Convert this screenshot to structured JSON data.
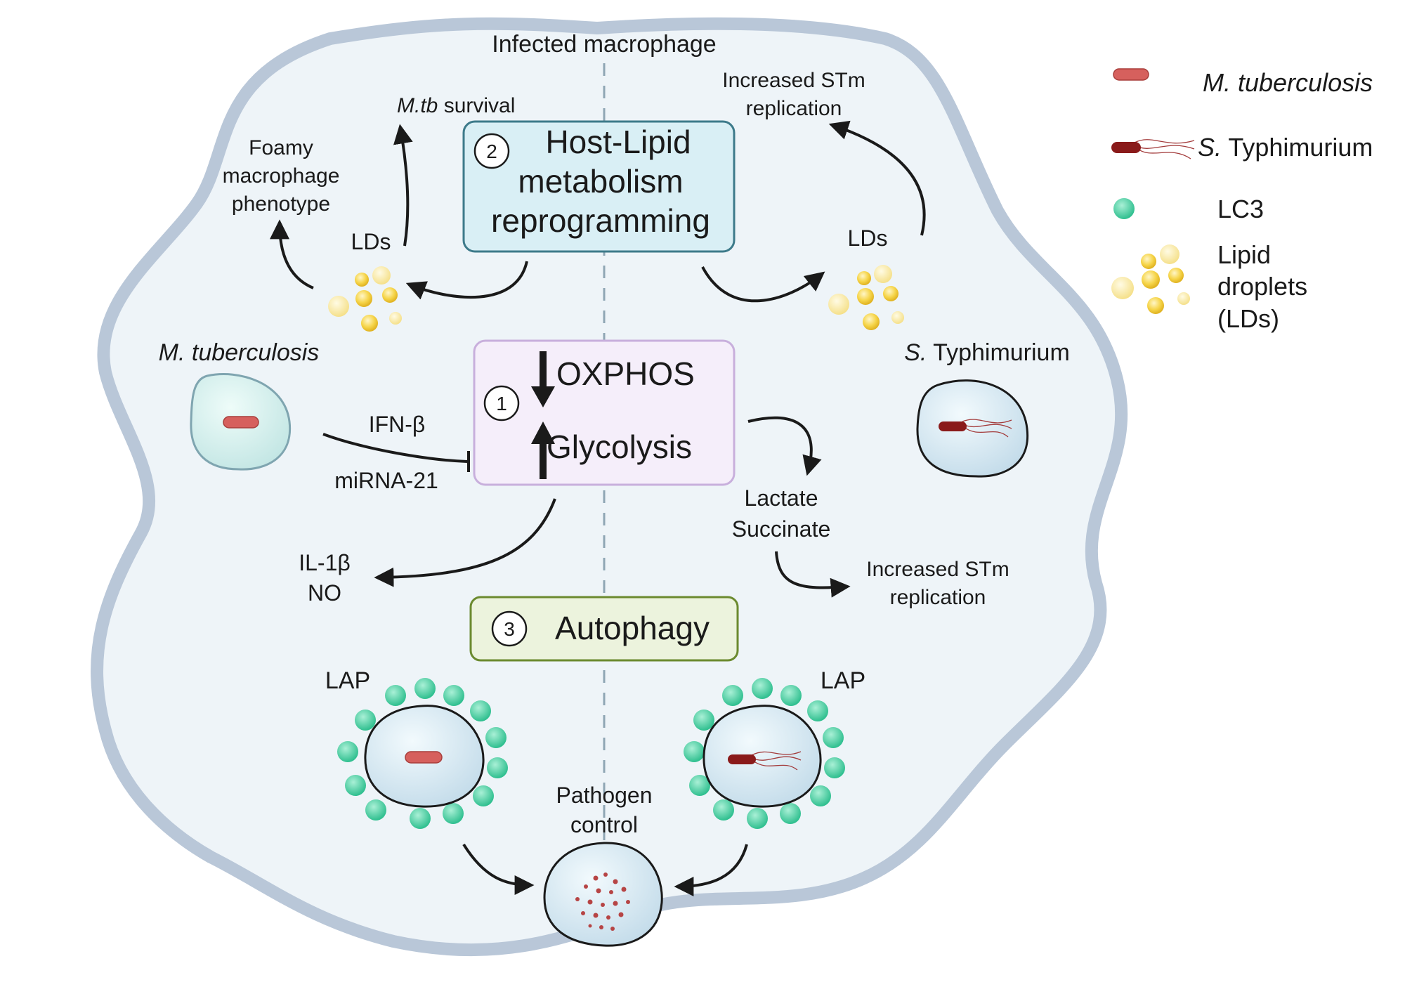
{
  "cell_title": "Infected macrophage",
  "legend": {
    "mtb": "M. tuberculosis",
    "stm_italic": "S.",
    "stm_rest": " Typhimurium",
    "lc3": "LC3",
    "ld_line1": "Lipid",
    "ld_line2": "droplets",
    "ld_line3": "(LDs)"
  },
  "box1": {
    "number": "1",
    "line1": "OXPHOS",
    "line2": "Glycolysis"
  },
  "box2": {
    "number": "2",
    "line1": "Host-Lipid",
    "line2": "metabolism",
    "line3": "reprogramming"
  },
  "box3": {
    "number": "3",
    "line1": "Autophagy"
  },
  "left": {
    "mtb_label": "M. tuberculosis",
    "survival_italic": "M.tb",
    "survival_rest": " survival",
    "foamy1": "Foamy",
    "foamy2": "macrophage",
    "foamy3": "phenotype",
    "lds": "LDs",
    "ifn": "IFN-β",
    "mirna": "miRNA-21",
    "il1b": "IL-1β",
    "no": "NO",
    "lap": "LAP"
  },
  "right": {
    "stm_italic": "S.",
    "stm_rest": " Typhimurium",
    "top_repl1": "Increased STm",
    "top_repl2": "replication",
    "lds": "LDs",
    "lactate": "Lactate",
    "succinate": "Succinate",
    "mid_repl1": "Increased STm",
    "mid_repl2": "replication",
    "lap": "LAP"
  },
  "bottom": {
    "pathogen1": "Pathogen",
    "pathogen2": "control"
  },
  "colors": {
    "cell_fill": "#eef4f8",
    "cell_border": "#b9c7d8",
    "box1_fill": "#f5eefa",
    "box1_border": "#c8afdc",
    "box2_fill": "#d9eff5",
    "box2_border": "#3d7a8a",
    "box3_fill": "#ecf3dd",
    "box3_border": "#6b8a2f",
    "lc3": "#4dd3a8",
    "lipid": "#f3cf3c",
    "mtb": "#d6605d",
    "stm": "#8a1a1a"
  }
}
